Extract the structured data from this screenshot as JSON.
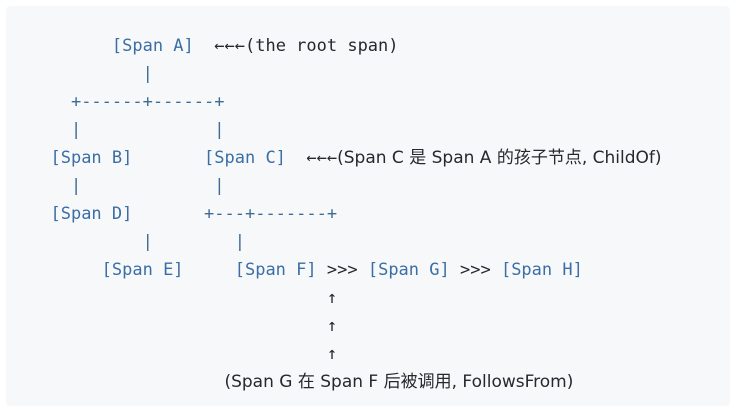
{
  "figure": {
    "kind": "ascii-art-diagram",
    "subject": "distributed tracing span tree",
    "background_color": "#f7f8fa",
    "page_color": "#ffffff",
    "text_color": "#24292e",
    "bracket_color": "#3b6ea5",
    "connector_color": "#3f6b96"
  },
  "spans": {
    "a": "[Span A]",
    "b": "[Span B]",
    "c": "[Span C]",
    "d": "[Span D]",
    "e": "[Span E]",
    "f": "[Span F]",
    "g": "[Span G]",
    "h": "[Span H]"
  },
  "glyphs": {
    "pipe": "|",
    "branch_top": "+------+------+",
    "branch_mid": "+---+-------+",
    "left_arrows": "←←←",
    "up_arrow": "↑",
    "follows": ">>>"
  },
  "annotations": {
    "root": "(the root span)",
    "childof": "(Span C 是 Span A 的孩子节点, ChildOf)",
    "followsfrom": "(Span G 在 Span F 后被调用, FollowsFrom)"
  },
  "lines": {
    "l1_indent": "        ",
    "l1_gap": "  ",
    "l2_indent": "           ",
    "l3_indent": "    ",
    "l4_indent": "    ",
    "l4_gap": "             ",
    "l5_indent": "  ",
    "l5_gap": "       ",
    "l6_indent": "    ",
    "l6_gap": "             ",
    "l7_indent": "  ",
    "l7_gap": "       ",
    "l8_indent": "           ",
    "l8_gap": "        ",
    "l9_indent": "       ",
    "l9_gap": "     ",
    "l9_sep": " ",
    "l10_indent": "                             ",
    "l11_indent": "                   "
  }
}
